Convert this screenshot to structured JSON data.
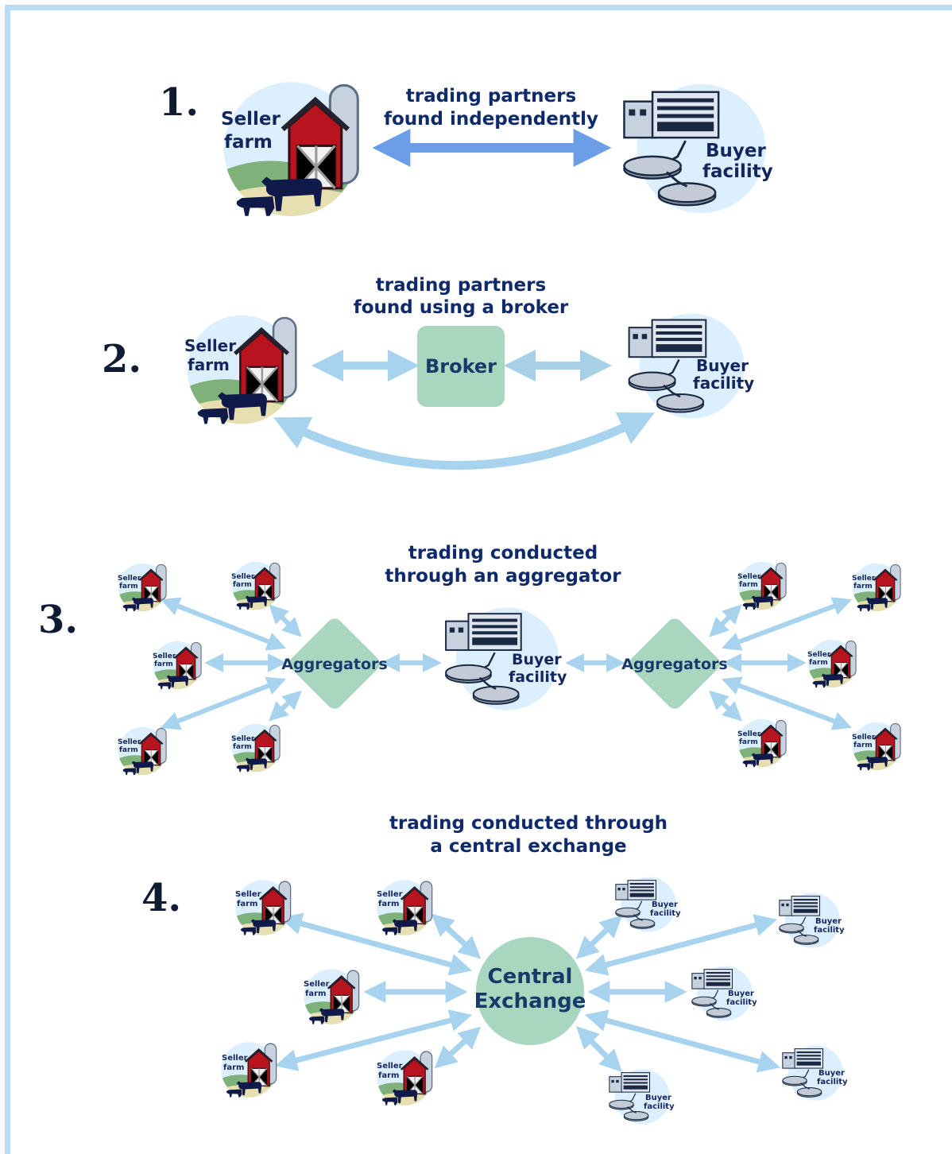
{
  "panels": [
    {
      "number": "1.",
      "caption_lines": [
        "trading partners",
        "found independently"
      ]
    },
    {
      "number": "2.",
      "caption_lines": [
        "trading partners",
        "found using a broker"
      ],
      "hub_label": "Broker"
    },
    {
      "number": "3.",
      "caption_lines": [
        "trading conducted",
        "through an aggregator"
      ],
      "hub_label": "Aggregators"
    },
    {
      "number": "4.",
      "caption_lines": [
        "trading conducted through",
        "a central exchange"
      ],
      "hub_label_lines": [
        "Central",
        "Exchange"
      ]
    }
  ],
  "seller": {
    "label_lines": [
      "Seller",
      "farm"
    ]
  },
  "buyer": {
    "label_lines": [
      "Buyer",
      "facility"
    ]
  },
  "colors": {
    "frame": "#b7dcf4",
    "text": "#0f2a6b",
    "arrow": "#a8d3ef",
    "arrow_dark": "#6b9ee6",
    "hub_green": "#a9d6bf",
    "barn_red": "#b8141d",
    "circle_bg": "#dcefff"
  }
}
